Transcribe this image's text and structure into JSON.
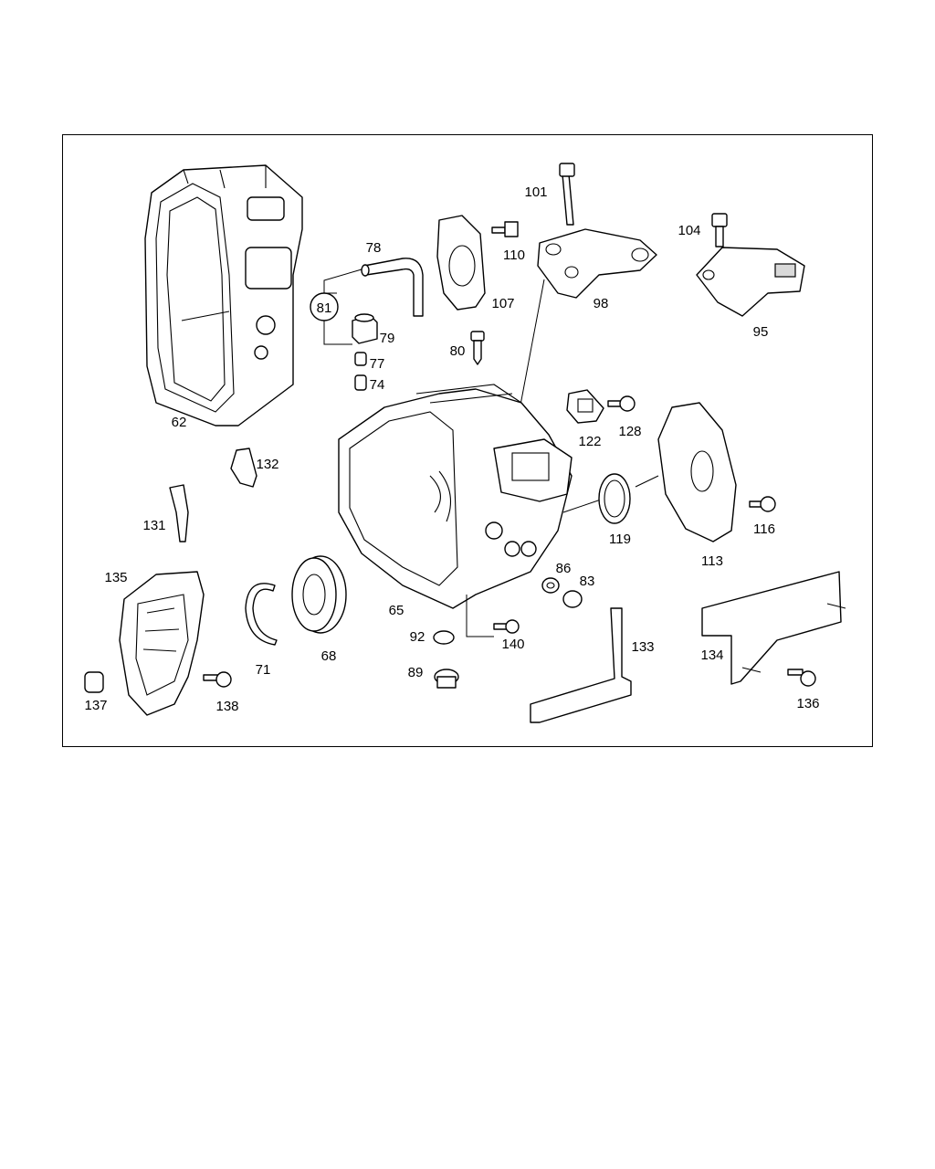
{
  "diagram": {
    "part_labels": [
      {
        "id": "62",
        "text": "62"
      },
      {
        "id": "78",
        "text": "78"
      },
      {
        "id": "81",
        "text": "81"
      },
      {
        "id": "79",
        "text": "79"
      },
      {
        "id": "77",
        "text": "77"
      },
      {
        "id": "74",
        "text": "74"
      },
      {
        "id": "107",
        "text": "107"
      },
      {
        "id": "80",
        "text": "80"
      },
      {
        "id": "110",
        "text": "110"
      },
      {
        "id": "101",
        "text": "101"
      },
      {
        "id": "98",
        "text": "98"
      },
      {
        "id": "104",
        "text": "104"
      },
      {
        "id": "95",
        "text": "95"
      },
      {
        "id": "132",
        "text": "132"
      },
      {
        "id": "131",
        "text": "131"
      },
      {
        "id": "122",
        "text": "122"
      },
      {
        "id": "128",
        "text": "128"
      },
      {
        "id": "119",
        "text": "119"
      },
      {
        "id": "113",
        "text": "113"
      },
      {
        "id": "116",
        "text": "116"
      },
      {
        "id": "135",
        "text": "135"
      },
      {
        "id": "71",
        "text": "71"
      },
      {
        "id": "68",
        "text": "68"
      },
      {
        "id": "65",
        "text": "65"
      },
      {
        "id": "86",
        "text": "86"
      },
      {
        "id": "83",
        "text": "83"
      },
      {
        "id": "92",
        "text": "92"
      },
      {
        "id": "140",
        "text": "140"
      },
      {
        "id": "89",
        "text": "89"
      },
      {
        "id": "133",
        "text": "133"
      },
      {
        "id": "134",
        "text": "134"
      },
      {
        "id": "136",
        "text": "136"
      },
      {
        "id": "137",
        "text": "137"
      },
      {
        "id": "138",
        "text": "138"
      }
    ]
  }
}
